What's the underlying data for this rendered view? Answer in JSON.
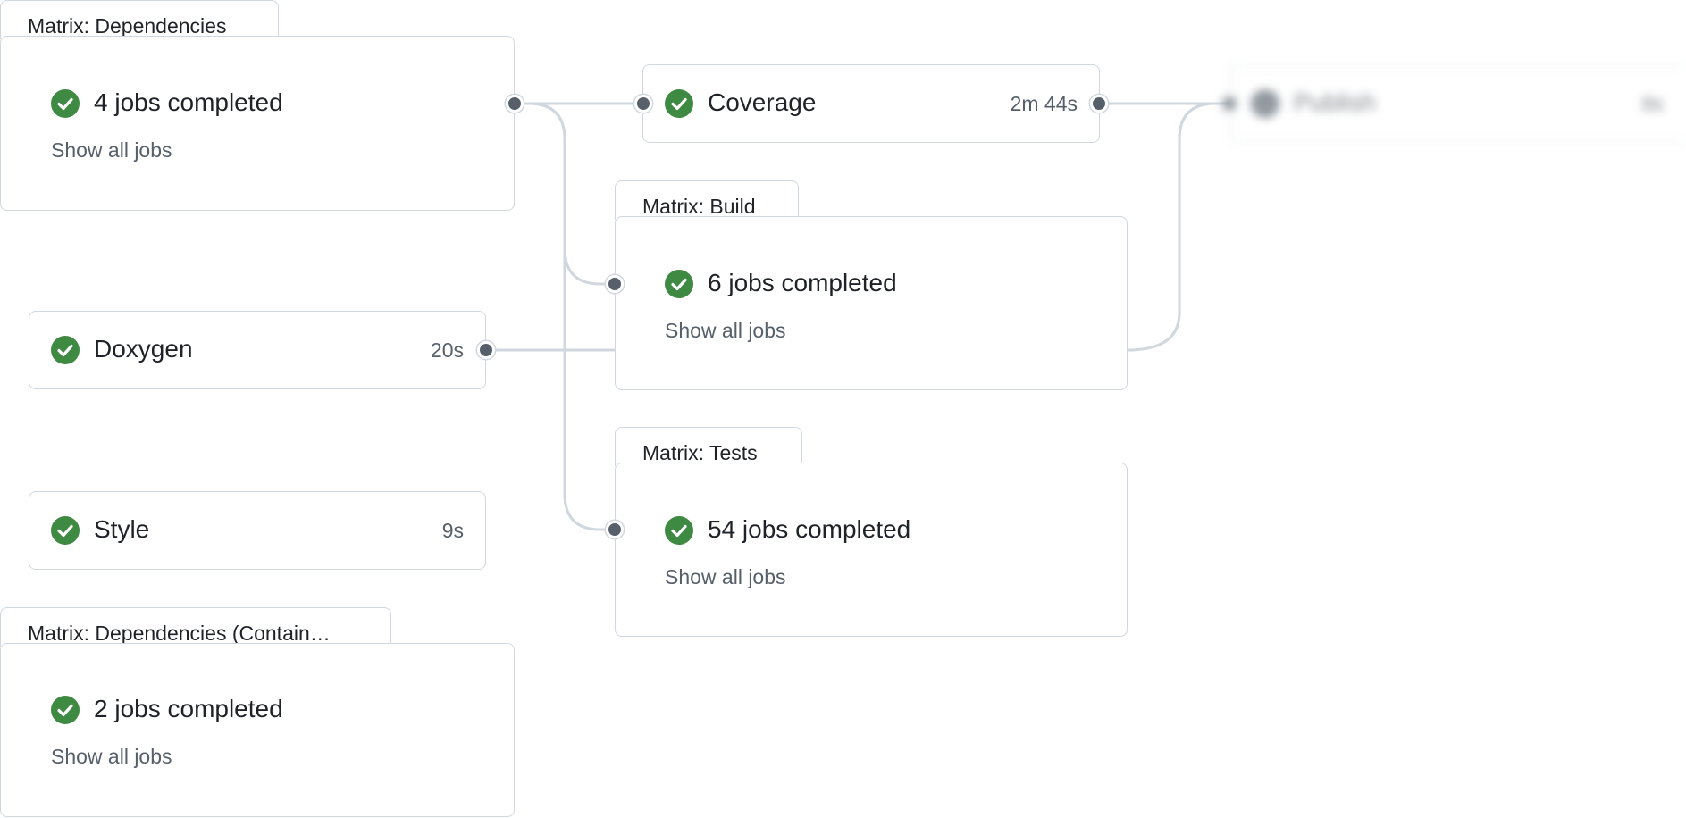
{
  "groups": {
    "dependencies": {
      "title": "Matrix: Dependencies",
      "summary": "4 jobs completed",
      "link": "Show all jobs"
    },
    "build": {
      "title": "Matrix: Build",
      "summary": "6 jobs completed",
      "link": "Show all jobs"
    },
    "tests": {
      "title": "Matrix: Tests",
      "summary": "54 jobs completed",
      "link": "Show all jobs"
    },
    "containers": {
      "title": "Matrix: Dependencies (Contain…",
      "summary": "2 jobs completed",
      "link": "Show all jobs"
    }
  },
  "jobs": {
    "coverage": {
      "name": "Coverage",
      "duration": "2m 44s",
      "status": "success"
    },
    "doxygen": {
      "name": "Doxygen",
      "duration": "20s",
      "status": "success"
    },
    "style": {
      "name": "Style",
      "duration": "9s",
      "status": "success"
    },
    "publish": {
      "name": "Publish",
      "duration": "8s",
      "status": "pending"
    }
  },
  "colors": {
    "success": "#3f8a43",
    "border": "#d0d7de",
    "connector": "#d0d7de",
    "port": "#57606a",
    "muted_text": "#57606a",
    "text": "#1f2328"
  },
  "icons": {
    "status_success": "check-circle-icon",
    "status_pending": "pending-circle-icon"
  }
}
